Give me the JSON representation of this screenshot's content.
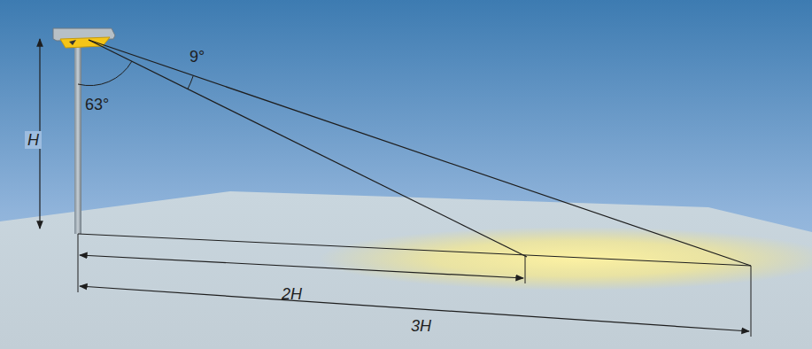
{
  "diagram": {
    "labels": [
      "H",
      "63°",
      "9°",
      "2H",
      "3H"
    ]
  }
}
